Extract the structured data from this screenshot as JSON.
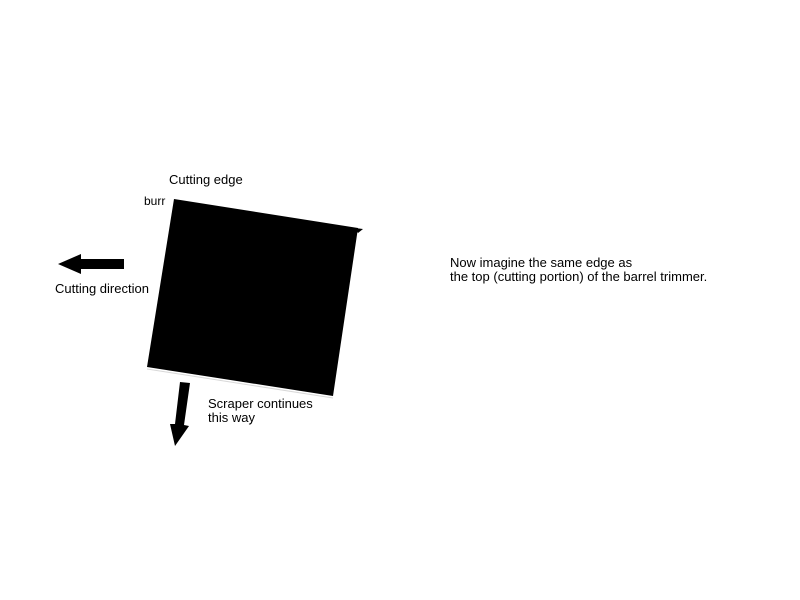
{
  "labels": {
    "cutting_edge": "Cutting edge",
    "burr": "burr",
    "cutting_direction": "Cutting direction",
    "scraper_line1": "Scraper continues",
    "scraper_line2": "this way",
    "note_line1": "Now imagine the same edge as",
    "note_line2": "the top (cutting portion) of the barrel trimmer."
  },
  "colors": {
    "fill": "#000000",
    "background": "#ffffff"
  }
}
